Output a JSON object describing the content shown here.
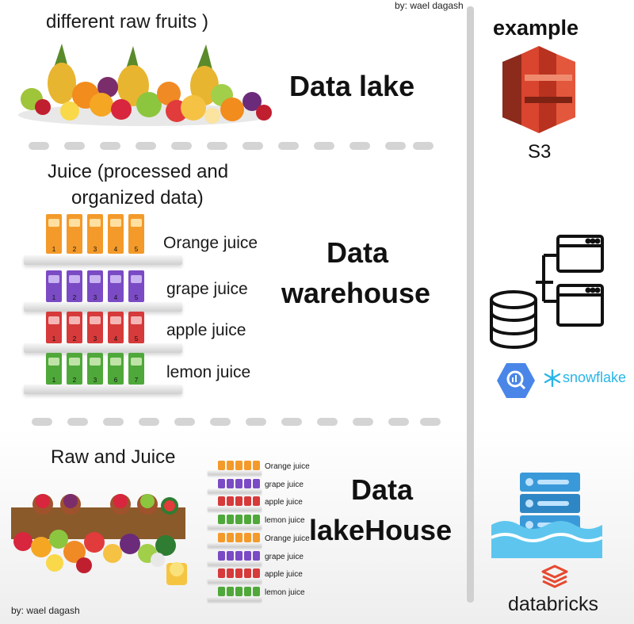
{
  "credits": {
    "top": "by: wael dagash",
    "bottom": "by: wael dagash"
  },
  "lake": {
    "caption": "different raw fruits )",
    "title": "Data lake"
  },
  "warehouse": {
    "caption_line1": "Juice (processed and",
    "caption_line2": "organized data)",
    "title_line1": "Data",
    "title_line2": "warehouse",
    "shelves": [
      {
        "label": "Orange juice",
        "color": "#f39a2a",
        "cap": "#ffe0a0",
        "numbers": [
          "1",
          "2",
          "3",
          "4",
          "5"
        ]
      },
      {
        "label": "grape juice",
        "color": "#7a4bc4",
        "cap": "#c9b3f0",
        "numbers": [
          "1",
          "2",
          "3",
          "4",
          "5"
        ]
      },
      {
        "label": "apple juice",
        "color": "#d63a3a",
        "cap": "#f5b5b5",
        "numbers": [
          "1",
          "2",
          "3",
          "4",
          "5"
        ]
      },
      {
        "label": "lemon juice",
        "color": "#4fa83a",
        "cap": "#bfe3a6",
        "numbers": [
          "1",
          "2",
          "3",
          "6",
          "7"
        ]
      }
    ]
  },
  "lakehouse": {
    "caption": "Raw and Juice",
    "title_line1": "Data",
    "title_line2": "lakeHouse",
    "shelf_labels": [
      "Orange juice",
      "grape juice",
      "apple juice",
      "lemon juice",
      "Orange juice",
      "grape juice",
      "apple juice",
      "lemon juice"
    ]
  },
  "examples": {
    "heading": "example",
    "s3_label": "S3",
    "snowflake_label": "snowflake",
    "databricks_label": "databricks"
  },
  "colors": {
    "s3": "#d9452f",
    "bigquery": "#4a86e8",
    "snowflake": "#29b5e8",
    "databricks": "#e5492f",
    "lakehouse_blue": "#3a9ad9"
  }
}
